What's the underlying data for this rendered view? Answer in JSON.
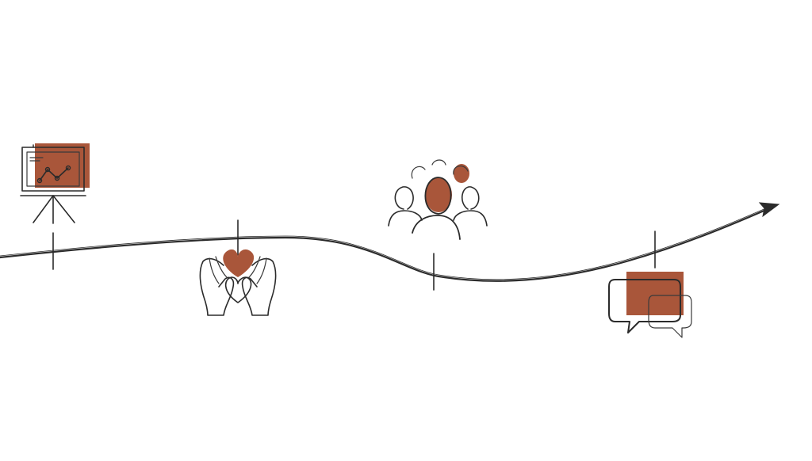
{
  "colors": {
    "accent": "#a9563a",
    "ink": "#2b2b2b",
    "background": "#ffffff"
  },
  "timeline": {
    "direction": "left-to-right",
    "milestones": [
      {
        "icon": "presentation-board-icon",
        "side": "above"
      },
      {
        "icon": "hands-holding-heart-icon",
        "side": "below"
      },
      {
        "icon": "group-of-people-icon",
        "side": "above"
      },
      {
        "icon": "chat-bubbles-icon",
        "side": "below"
      }
    ]
  }
}
